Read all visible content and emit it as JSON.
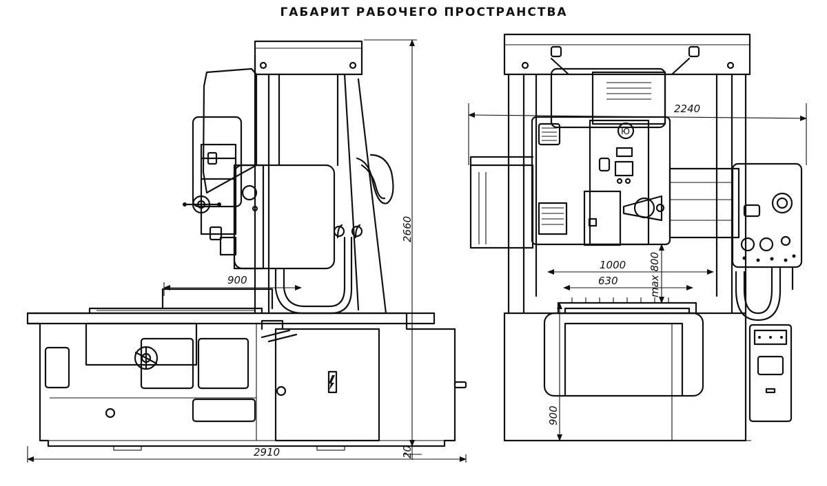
{
  "title": "ГАБАРИТ РАБОЧЕГО ПРОСТРАНСТВА",
  "dimensions": {
    "overall_height": "2660",
    "overall_length": "2910",
    "base_offset": "20",
    "travel_left": "900",
    "overall_width": "2240",
    "table_travel": "1000",
    "table_width": "630",
    "max_height": "max 800",
    "table_height": "900"
  }
}
